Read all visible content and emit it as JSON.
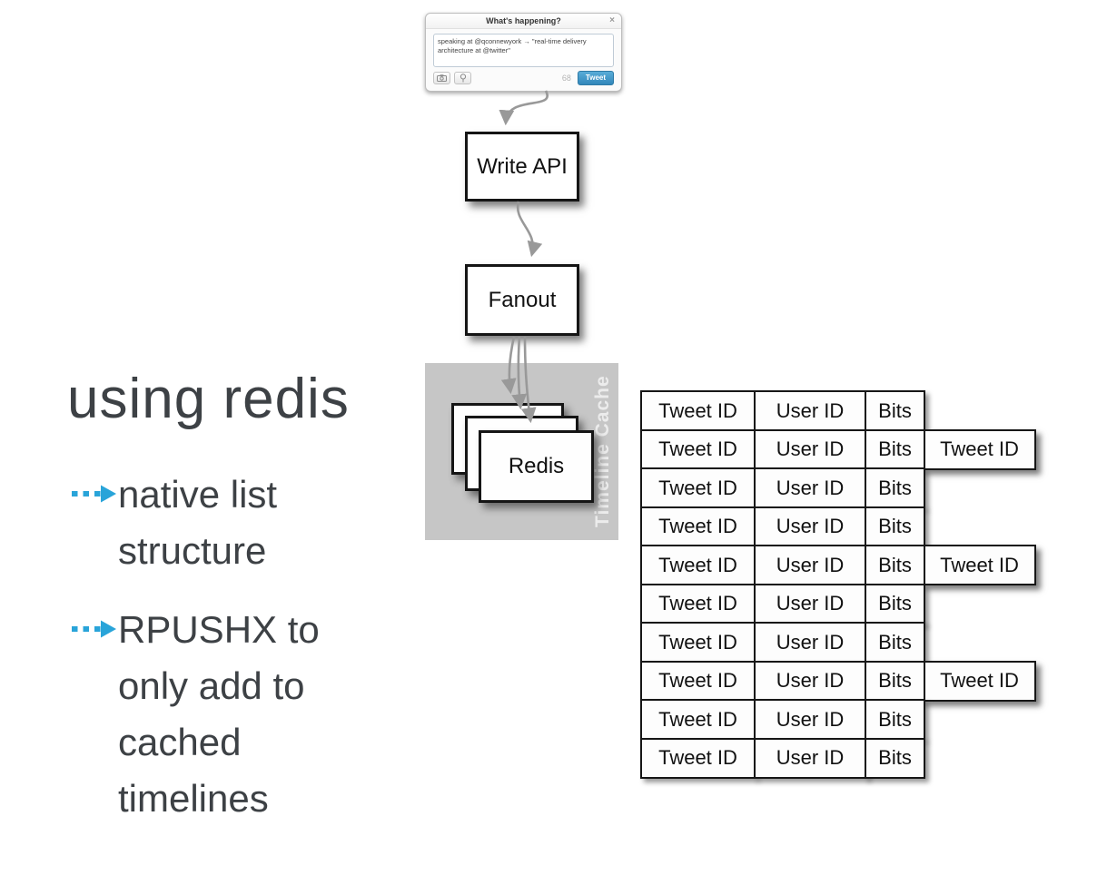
{
  "slide": {
    "title": "using redis",
    "bullets": [
      "native list structure",
      "RPUSHX to only add to cached timelines"
    ],
    "bullet_arrow_color": "#29a4d9",
    "text_color": "#3d4145"
  },
  "compose": {
    "header": "What's happening?",
    "close": "×",
    "text": "speaking at @qconnewyork → \"real-time delivery architecture at @twitter\"",
    "char_count": "68",
    "tweet_label": "Tweet",
    "button_color": "#3d9ad1"
  },
  "flow": {
    "write_api": "Write API",
    "fanout": "Fanout",
    "redis": "Redis",
    "timeline_cache": "Timeline Cache",
    "panel_color": "#c6c6c6",
    "arrow_color": "#999999"
  },
  "timeline_table": {
    "row_cells": [
      "Tweet ID",
      "User ID",
      "Bits"
    ],
    "extended_cell": "Tweet ID",
    "rows": [
      {
        "extended": false
      },
      {
        "extended": true
      },
      {
        "extended": false
      },
      {
        "extended": false
      },
      {
        "extended": true
      },
      {
        "extended": false
      },
      {
        "extended": false
      },
      {
        "extended": true
      },
      {
        "extended": false
      },
      {
        "extended": false
      }
    ]
  }
}
